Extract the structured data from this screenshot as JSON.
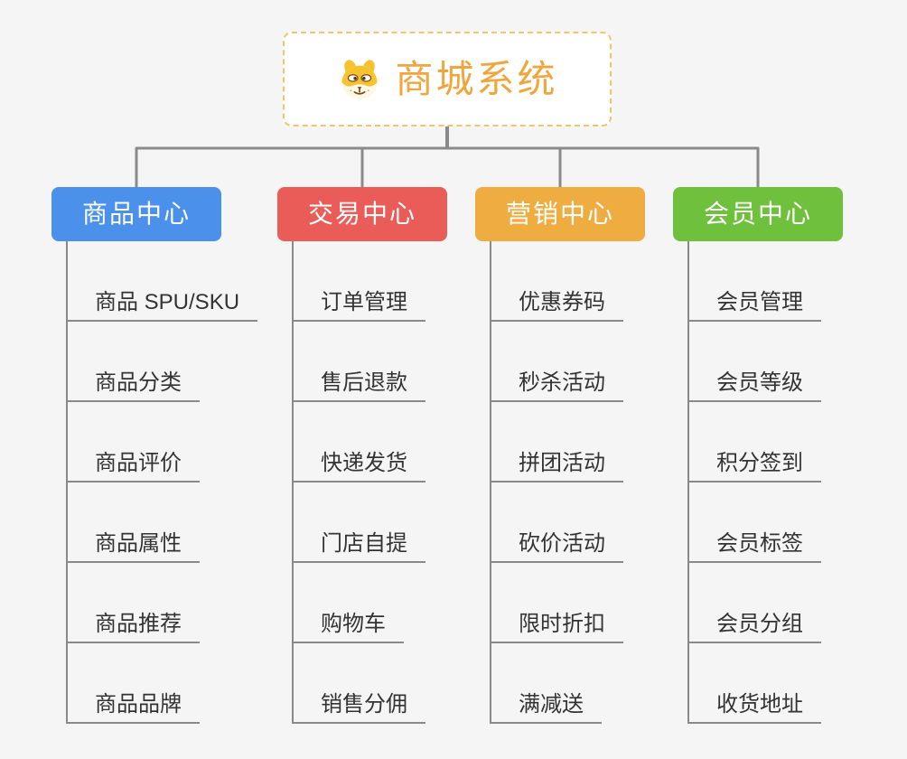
{
  "root": {
    "title": "商城系统",
    "icon": "dog-face-icon"
  },
  "colors": {
    "canvas_background": "#F5F5F5",
    "connector_line": "#8A8A8A",
    "item_text": "#333333",
    "root_text": "#F0A63C",
    "root_border": "#F3C469",
    "root_background": "#FFFFFF",
    "branch_text": "#FFFFFF"
  },
  "branches": [
    {
      "label": "商品中心",
      "color": "#4B90EA",
      "items": [
        "商品 SPU/SKU",
        "商品分类",
        "商品评价",
        "商品属性",
        "商品推荐",
        "商品品牌"
      ]
    },
    {
      "label": "交易中心",
      "color": "#E95C58",
      "items": [
        "订单管理",
        "售后退款",
        "快递发货",
        "门店自提",
        "购物车",
        "销售分佣"
      ]
    },
    {
      "label": "营销中心",
      "color": "#EFAC40",
      "items": [
        "优惠券码",
        "秒杀活动",
        "拼团活动",
        "砍价活动",
        "限时折扣",
        "满减送"
      ]
    },
    {
      "label": "会员中心",
      "color": "#6EC03D",
      "items": [
        "会员管理",
        "会员等级",
        "积分签到",
        "会员标签",
        "会员分组",
        "收货地址"
      ]
    }
  ]
}
